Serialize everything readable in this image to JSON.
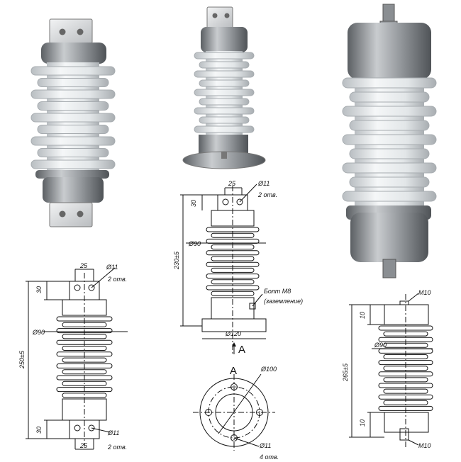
{
  "colors": {
    "porcelain": "#e9ecee",
    "metal_dark": "#6f7377",
    "metal_light": "#c9cccf",
    "line": "#111111"
  },
  "drawing_left": {
    "dim_width_top": "25",
    "hole_top": "Ø11",
    "holes_top_note": "2 отв.",
    "dim_30_top": "30",
    "dim_diameter": "Ø90",
    "dim_height": "250±5",
    "dim_30_bottom": "30",
    "hole_bottom": "Ø11",
    "holes_bottom_note": "2 отв.",
    "dim_width_bottom": "25"
  },
  "drawing_center": {
    "dim_width_top": "25",
    "hole_top": "Ø11",
    "holes_top_note": "2 отв.",
    "dim_30": "30",
    "dim_diameter": "Ø90",
    "dim_height": "230±5",
    "bolt_label": "Болт М8",
    "bolt_note": "(заземление)",
    "dim_base": "Ø120",
    "view_arrow": "A"
  },
  "view_a": {
    "label": "A",
    "dim_circle": "Ø100",
    "hole": "Ø11",
    "holes_note": "4 отв."
  },
  "drawing_right": {
    "thread_top": "М10",
    "dim_10_top": "10",
    "dim_diameter": "Ø90",
    "dim_height": "265±5",
    "dim_10_bottom": "10",
    "thread_bottom": "М10"
  }
}
